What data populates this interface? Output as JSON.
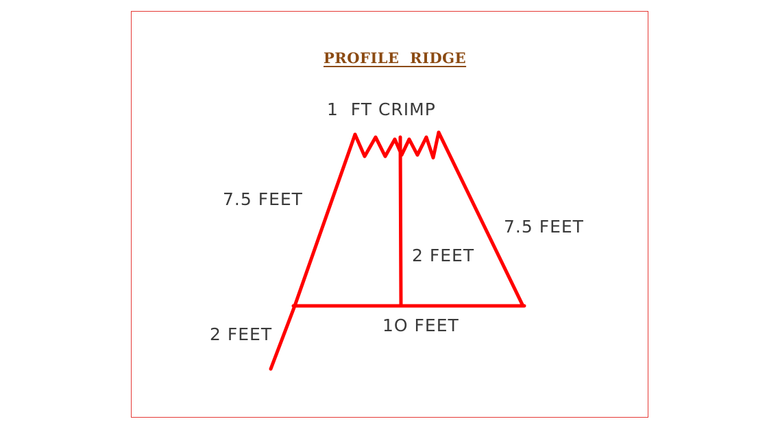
{
  "diagram": {
    "title": "PROFILE  RIDGE",
    "labels": {
      "crimp": "1  FT CRIMP",
      "left_slope": "7.5 FEET",
      "right_slope": "7.5 FEET",
      "rise": "2 FEET",
      "base": "1O FEET",
      "extension": "2 FEET"
    },
    "colors": {
      "line": "#ff0000",
      "border": "#e53935",
      "title": "#8b4a12",
      "text": "#3a3a3a"
    }
  }
}
